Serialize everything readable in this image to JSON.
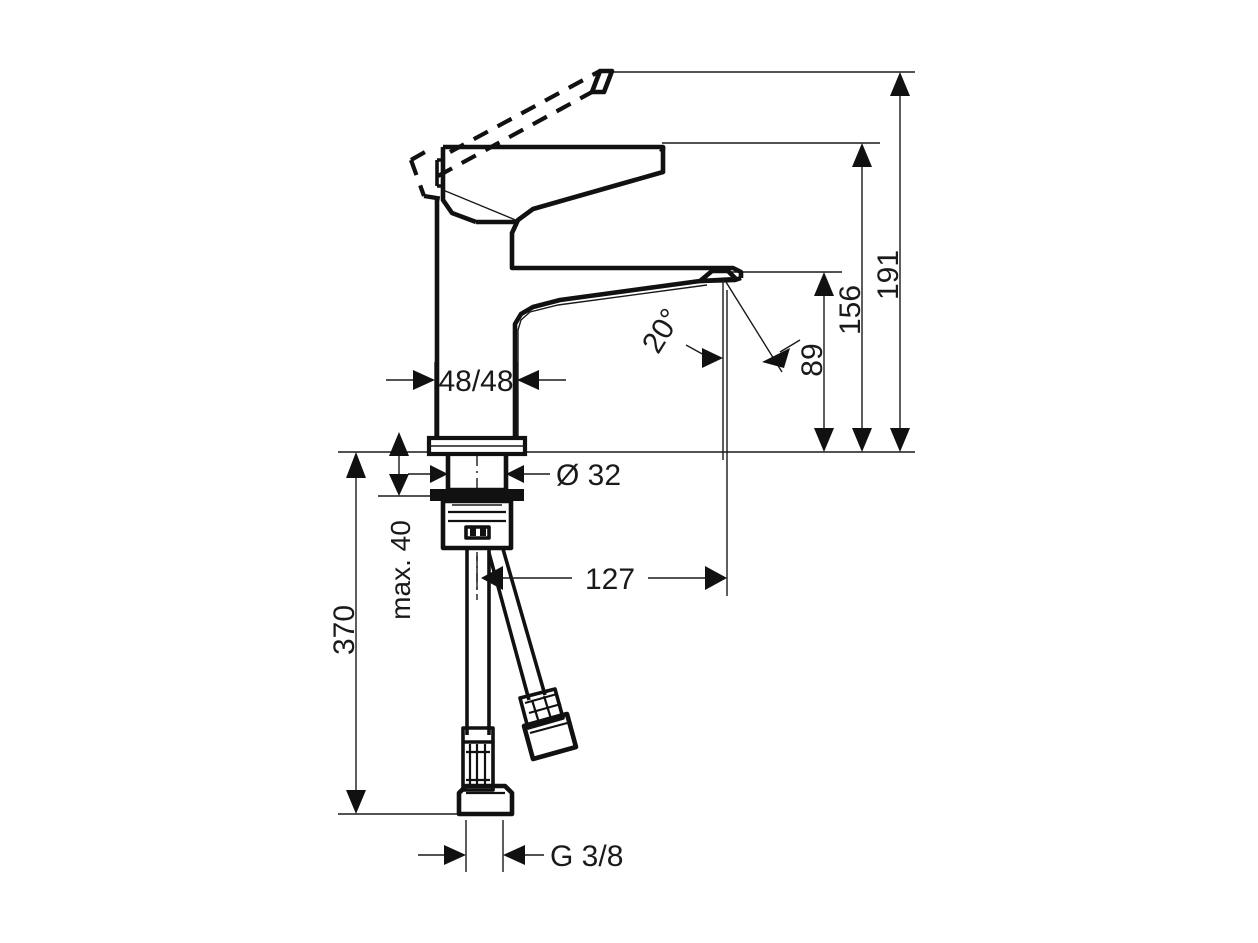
{
  "drawing": {
    "title": "Single lever basin mixer dimensional drawing",
    "units": "mm",
    "line_color": "#111111"
  },
  "dimensions": {
    "overall_height": "191",
    "handle_height": "156",
    "spout_height": "89",
    "body_width": "48/48",
    "base_diameter": "Ø 32",
    "projection": "127",
    "hose_length": "370",
    "max_thickness": "max. 40",
    "thread_size": "G 3/8",
    "lever_angle": "20°"
  },
  "labels": [
    {
      "id": "overall-height",
      "text": "191",
      "orientation": "vertical"
    },
    {
      "id": "handle-height",
      "text": "156",
      "orientation": "vertical"
    },
    {
      "id": "spout-height",
      "text": "89",
      "orientation": "vertical"
    },
    {
      "id": "body-width",
      "text": "48/48",
      "orientation": "horizontal"
    },
    {
      "id": "base-diameter",
      "text": "Ø 32",
      "orientation": "horizontal"
    },
    {
      "id": "projection",
      "text": "127",
      "orientation": "horizontal"
    },
    {
      "id": "hose-length",
      "text": "370",
      "orientation": "vertical"
    },
    {
      "id": "mounting-thickness",
      "text": "max. 40",
      "orientation": "vertical"
    },
    {
      "id": "thread",
      "text": "G 3/8",
      "orientation": "horizontal"
    },
    {
      "id": "lever-angle",
      "text": "20°",
      "orientation": "rotated"
    }
  ]
}
